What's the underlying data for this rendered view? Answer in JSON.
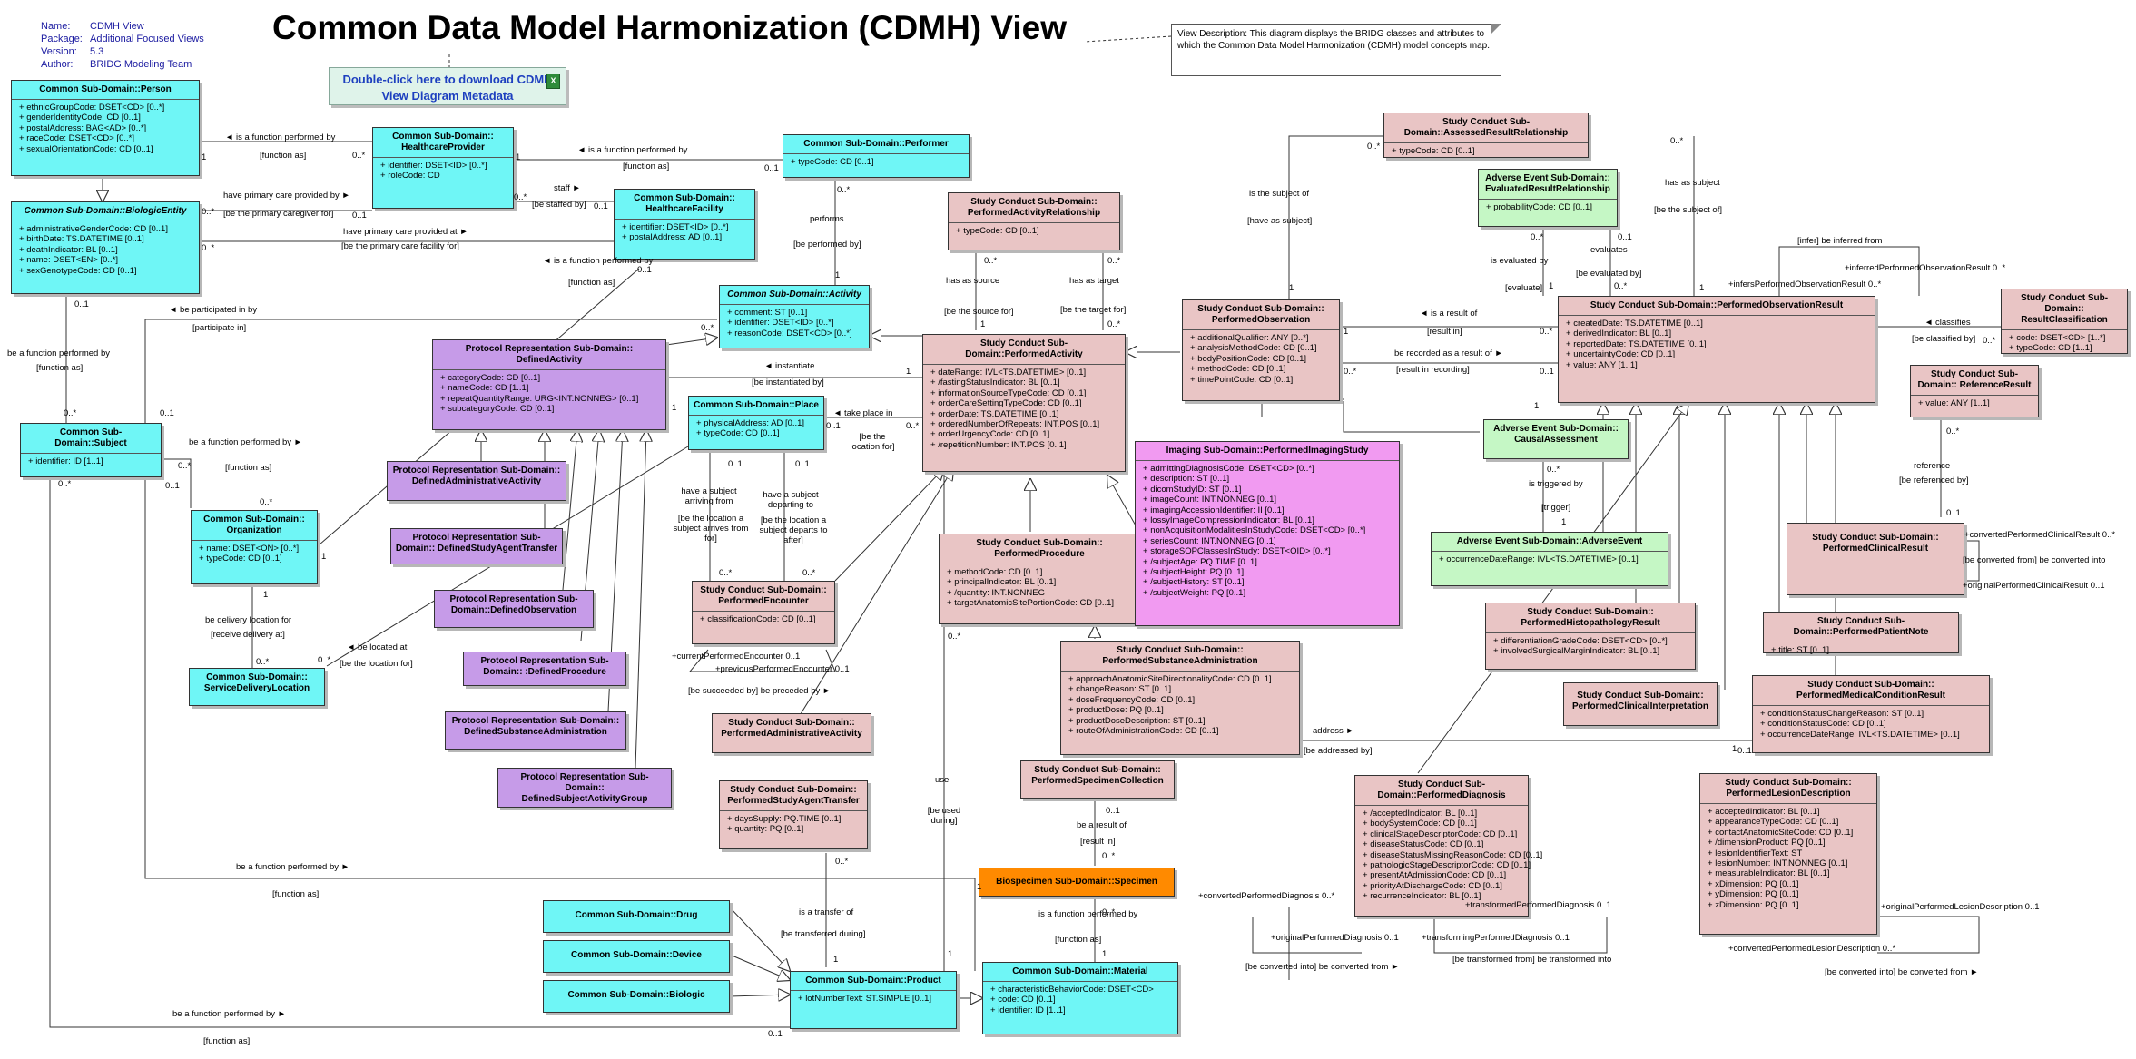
{
  "meta": [
    {
      "k": "Name:",
      "v": "CDMH View"
    },
    {
      "k": "Package:",
      "v": "Additional Focused Views"
    },
    {
      "k": "Version:",
      "v": "5.3"
    },
    {
      "k": "Author:",
      "v": "BRIDG Modeling Team"
    }
  ],
  "title": "Common Data Model Harmonization (CDMH) View",
  "download_label": "Double-click here to download CDMH View Diagram Metadata",
  "view_description": "View Description:  This diagram displays the BRIDG classes and attributes to which the Common Data Model Harmonization (CDMH) model concepts map.",
  "classes": {
    "person": {
      "name": "Common Sub-Domain::Person",
      "attrs": [
        "ethnicGroupCode: DSET<CD> [0..*]",
        "genderIdentityCode: CD [0..1]",
        "postalAddress: BAG<AD> [0..*]",
        "raceCode: DSET<CD> [0..*]",
        "sexualOrientationCode: CD [0..1]"
      ]
    },
    "biologic_entity": {
      "name": "Common Sub-Domain::BiologicEntity",
      "attrs": [
        "administrativeGenderCode: CD [0..1]",
        "birthDate: TS.DATETIME [0..1]",
        "deathIndicator: BL [0..1]",
        "name: DSET<EN> [0..*]",
        "sexGenotypeCode: CD [0..1]"
      ]
    },
    "subject": {
      "name": "Common Sub-Domain::Subject",
      "attrs": [
        "identifier: ID [1..1]"
      ]
    },
    "healthcare_provider": {
      "name": "Common Sub-Domain:: HealthcareProvider",
      "attrs": [
        "identifier: DSET<ID> [0..*]",
        "roleCode: CD"
      ]
    },
    "healthcare_facility": {
      "name": "Common Sub-Domain:: HealthcareFacility",
      "attrs": [
        "identifier: DSET<ID> [0..*]",
        "postalAddress: AD [0..1]"
      ]
    },
    "performer": {
      "name": "Common Sub-Domain::Performer",
      "attrs": [
        "typeCode: CD [0..1]"
      ]
    },
    "activity": {
      "name": "Common Sub-Domain::Activity",
      "attrs": [
        "comment: ST [0..1]",
        "identifier: DSET<ID> [0..*]",
        "reasonCode: DSET<CD> [0..*]"
      ]
    },
    "place": {
      "name": "Common Sub-Domain::Place",
      "attrs": [
        "physicalAddress: AD [0..1]",
        "typeCode: CD [0..1]"
      ]
    },
    "organization": {
      "name": "Common Sub-Domain:: Organization",
      "attrs": [
        "name: DSET<ON> [0..*]",
        "typeCode: CD [0..1]"
      ]
    },
    "service_delivery_location": {
      "name": "Common Sub-Domain:: ServiceDeliveryLocation",
      "attrs": []
    },
    "defined_activity": {
      "name": "Protocol Representation Sub-Domain:: DefinedActivity",
      "attrs": [
        "categoryCode: CD [0..1]",
        "nameCode: CD [1..1]",
        "repeatQuantityRange: URG<INT.NONNEG> [0..1]",
        "subcategoryCode: CD [0..1]"
      ]
    },
    "defined_admin_activity": {
      "name": "Protocol Representation Sub-Domain:: DefinedAdministrativeActivity",
      "attrs": []
    },
    "defined_study_agent_transfer": {
      "name": "Protocol Representation Sub-Domain:: DefinedStudyAgentTransfer",
      "attrs": []
    },
    "defined_observation": {
      "name": "Protocol Representation Sub-Domain::DefinedObservation",
      "attrs": []
    },
    "defined_procedure": {
      "name": "Protocol Representation Sub-Domain:: :DefinedProcedure",
      "attrs": []
    },
    "defined_substance_admin": {
      "name": "Protocol Representation Sub-Domain:: DefinedSubstanceAdministration",
      "attrs": []
    },
    "defined_subject_activity_group": {
      "name": "Protocol Representation Sub-Domain:: DefinedSubjectActivityGroup",
      "attrs": []
    },
    "performed_activity_relationship": {
      "name": "Study Conduct Sub-Domain:: PerformedActivityRelationship",
      "attrs": [
        "typeCode: CD [0..1]"
      ]
    },
    "performed_activity": {
      "name": "Study Conduct Sub-Domain::PerformedActivity",
      "attrs": [
        "dateRange: IVL<TS.DATETIME> [0..1]",
        "/fastingStatusIndicator: BL [0..1]",
        "informationSourceTypeCode: CD [0..1]",
        "orderCareSettingTypeCode: CD [0..1]",
        "orderDate: TS.DATETIME [0..1]",
        "orderedNumberOfRepeats: INT.POS [0..1]",
        "orderUrgencyCode: CD [0..1]",
        "/repetitionNumber: INT.POS [0..1]"
      ]
    },
    "performed_encounter": {
      "name": "Study Conduct Sub-Domain:: PerformedEncounter",
      "attrs": [
        "classificationCode: CD [0..1]"
      ]
    },
    "performed_admin_activity": {
      "name": "Study Conduct Sub-Domain:: PerformedAdministrativeActivity",
      "attrs": []
    },
    "performed_study_agent_transfer": {
      "name": "Study Conduct Sub-Domain:: PerformedStudyAgentTransfer",
      "attrs": [
        "daysSupply: PQ.TIME [0..1]",
        "quantity: PQ [0..1]"
      ]
    },
    "performed_procedure": {
      "name": "Study Conduct Sub-Domain:: PerformedProcedure",
      "attrs": [
        "methodCode: CD [0..1]",
        "principalIndicator: BL [0..1]",
        "/quantity: INT.NONNEG",
        "targetAnatomicSitePortionCode: CD [0..1]"
      ]
    },
    "performed_substance_admin": {
      "name": "Study Conduct Sub-Domain:: PerformedSubstanceAdministration",
      "attrs": [
        "approachAnatomicSiteDirectionalityCode: CD [0..1]",
        "changeReason: ST [0..1]",
        "doseFrequencyCode: CD [0..1]",
        "productDose: PQ [0..1]",
        "productDoseDescription: ST [0..1]",
        "routeOfAdministrationCode: CD [0..1]"
      ]
    },
    "performed_specimen_collection": {
      "name": "Study Conduct Sub-Domain:: PerformedSpecimenCollection",
      "attrs": []
    },
    "specimen": {
      "name": "Biospecimen Sub-Domain::Specimen",
      "attrs": []
    },
    "product": {
      "name": "Common Sub-Domain::Product",
      "attrs": [
        "lotNumberText: ST.SIMPLE [0..1]"
      ]
    },
    "material": {
      "name": "Common Sub-Domain::Material",
      "attrs": [
        "characteristicBehaviorCode: DSET<CD>",
        "code: CD [0..1]",
        "identifier: ID [1..1]"
      ]
    },
    "drug": {
      "name": "Common Sub-Domain::Drug",
      "attrs": []
    },
    "device": {
      "name": "Common Sub-Domain::Device",
      "attrs": []
    },
    "biologic": {
      "name": "Common Sub-Domain::Biologic",
      "attrs": []
    },
    "imaging_study": {
      "name": "Imaging Sub-Domain::PerformedImagingStudy",
      "attrs": [
        "admittingDiagnosisCode: DSET<CD> [0..*]",
        "description: ST [0..1]",
        "dicomStudyID: ST [0..1]",
        "imageCount: INT.NONNEG [0..1]",
        "imagingAccessionIdentifier: II [0..1]",
        "lossyImageCompressionIndicator: BL [0..1]",
        "nonAcquisitionModalitiesInStudyCode: DSET<CD> [0..*]",
        "seriesCount: INT.NONNEG [0..1]",
        "storageSOPClassesInStudy: DSET<OID> [0..*]",
        "/subjectAge: PQ.TIME [0..1]",
        "/subjectHeight: PQ [0..1]",
        "/subjectHistory: ST [0..1]",
        "/subjectWeight: PQ [0..1]"
      ]
    },
    "performed_observation": {
      "name": "Study Conduct Sub-Domain:: PerformedObservation",
      "attrs": [
        "additionalQualifier: ANY [0..*]",
        "analysisMethodCode: CD [0..1]",
        "bodyPositionCode: CD [0..1]",
        "methodCode: CD [0..1]",
        "timePointCode: CD [0..1]"
      ]
    },
    "assessed_result_relationship": {
      "name": "Study Conduct Sub-Domain::AssessedResultRelationship",
      "attrs": [
        "typeCode: CD [0..1]"
      ]
    },
    "evaluated_result_relationship": {
      "name": "Adverse Event Sub-Domain:: EvaluatedResultRelationship",
      "attrs": [
        "probabilityCode: CD [0..1]"
      ]
    },
    "performed_observation_result": {
      "name": "Study Conduct Sub-Domain::PerformedObservationResult",
      "attrs": [
        "createdDate: TS.DATETIME [0..1]",
        "derivedIndicator: BL [0..1]",
        "reportedDate: TS.DATETIME [0..1]",
        "uncertaintyCode: CD [0..1]",
        "value: ANY [1..1]"
      ]
    },
    "result_classification": {
      "name": "Study Conduct Sub-Domain:: ResultClassification",
      "attrs": [
        "code: DSET<CD> [1..*]",
        "typeCode: CD [1..1]"
      ]
    },
    "reference_result": {
      "name": "Study Conduct Sub-Domain:: ReferenceResult",
      "attrs": [
        "value: ANY [1..1]"
      ]
    },
    "causal_assessment": {
      "name": "Adverse Event Sub-Domain:: CausalAssessment",
      "attrs": []
    },
    "adverse_event": {
      "name": "Adverse Event Sub-Domain::AdverseEvent",
      "attrs": [
        "occurrenceDateRange: IVL<TS.DATETIME> [0..1]"
      ]
    },
    "performed_clinical_result": {
      "name": "Study Conduct Sub-Domain:: PerformedClinicalResult",
      "attrs": []
    },
    "performed_histopathology_result": {
      "name": "Study Conduct Sub-Domain:: PerformedHistopathologyResult",
      "attrs": [
        "differentiationGradeCode: DSET<CD> [0..*]",
        "involvedSurgicalMarginIndicator: BL [0..1]"
      ]
    },
    "performed_patient_note": {
      "name": "Study Conduct Sub-Domain::PerformedPatientNote",
      "attrs": [
        "title: ST [0..1]"
      ]
    },
    "performed_clinical_interpretation": {
      "name": "Study Conduct Sub-Domain:: PerformedClinicalInterpretation",
      "attrs": []
    },
    "performed_medical_condition_result": {
      "name": "Study Conduct Sub-Domain:: PerformedMedicalConditionResult",
      "attrs": [
        "conditionStatusChangeReason: ST [0..1]",
        "conditionStatusCode: CD [0..1]",
        "occurrenceDateRange: IVL<TS.DATETIME> [0..1]"
      ]
    },
    "performed_diagnosis": {
      "name": "Study Conduct Sub-Domain::PerformedDiagnosis",
      "attrs": [
        "/acceptedIndicator: BL [0..1]",
        "bodySystemCode: CD [0..1]",
        "clinicalStageDescriptorCode: CD [0..1]",
        "diseaseStatusCode: CD [0..1]",
        "diseaseStatusMissingReasonCode: CD [0..1]",
        "pathologicStageDescriptorCode: CD [0..1]",
        "presentAtAdmissionCode: CD [0..1]",
        "priorityAtDischargeCode: CD [0..1]",
        "recurrenceIndicator: BL [0..1]"
      ]
    },
    "performed_lesion_description": {
      "name": "Study Conduct Sub-Domain:: PerformedLesionDescription",
      "attrs": [
        "acceptedIndicator: BL [0..1]",
        "appearanceTypeCode: CD [0..1]",
        "contactAnatomicSiteCode: CD [0..1]",
        "/dimensionProduct: PQ [0..1]",
        "lesionIdentifierText: ST",
        "lesionNumber: INT.NONNEG [0..1]",
        "measurableIndicator: BL [0..1]",
        "xDimension: PQ [0..1]",
        "yDimension: PQ [0..1]",
        "zDimension: PQ [0..1]"
      ]
    }
  },
  "labels": {
    "is_function_performed_by_1": "◄ is a function performed by",
    "function_as_1": "[function as]",
    "have_primary_care_provided_by": "have primary care provided by ►",
    "primary_caregiver_for": "[be the primary caregiver for]",
    "have_primary_care_provided_at": "have primary care provided at ►",
    "primary_care_facility_for": "[be the primary care facility for]",
    "staff": "staff ►",
    "staffed_by": "[be staffed by]",
    "is_function_performed_by_2": "◄ is a function performed by",
    "function_as_2": "[function as]",
    "is_function_performed_by_3": "◄ is a function performed by",
    "function_as_3": "[function as]",
    "performs": "performs",
    "be_performed_by": "[be performed by]",
    "be_participated_in_by": "◄ be participated in by",
    "participate_in": "[participate in]",
    "be_function_performed_by_4": "be a function performed by",
    "function_as_4": "[function as]",
    "be_function_performed_by_5": "be a function performed by ►",
    "function_as_5": "[function as]",
    "be_delivery_location_for": "be delivery location for",
    "receive_delivery_at": "[receive delivery at]",
    "be_located_at": "◄ be located at",
    "be_location_for": "[be the location for]",
    "instantiate": "◄ instantiate",
    "be_instantiated_by": "[be instantiated by]",
    "take_place_in": "◄ take place in",
    "be_the_location_for": "[be the location for]",
    "have_subject_arriving_from": "have a subject arriving from",
    "be_location_subject_arrives_from": "[be the location a subject arrives from for]",
    "have_subject_departing_to": "have a subject departing to",
    "be_location_subject_departs_to": "[be the location a subject departs to after]",
    "has_as_source": "has as source",
    "be_source_for": "[be the source for]",
    "has_as_target": "has as target",
    "be_target_for": "[be the target for]",
    "current_performed_encounter": "+currentPerformedEncounter 0..1",
    "previous_performed_encounter": "+previousPerformedEncounter 0..1",
    "be_succeeded_by": "[be succeeded by] be preceded by ►",
    "use": "use",
    "be_used_during": "[be used during]",
    "is_a_transfer_of": "is a transfer of",
    "be_transferred_during": "[be transferred during]",
    "be_a_result_of": "be a result of",
    "result_in_1": "[result in]",
    "is_function_performed_by_6": "is a function performed by",
    "function_as_6": "[function as]",
    "be_function_performed_by_7": "be a function performed by ►",
    "function_as_7": "[function as]",
    "be_function_performed_by_8": "be a function performed by ►",
    "function_as_8": "[function as]",
    "is_the_subject_of": "is the subject of",
    "have_as_subject": "[have as subject]",
    "has_as_subject": "has as subject",
    "be_subject_of": "[be the subject of]",
    "is_a_result_of": "◄ is a result of",
    "result_in_2": "[result in]",
    "be_recorded_as_result_of": "be recorded as a result of ►",
    "result_in_recording": "[result in recording]",
    "is_evaluated_by": "is evaluated by",
    "evaluate": "[evaluate]",
    "evaluates": "evaluates",
    "be_evaluated_by": "[be evaluated by]",
    "is_triggered_by": "is triggered by",
    "trigger": "[trigger]",
    "infer_be_inferred_from": "[infer] be inferred from",
    "inferred_performed_observation_result": "+inferredPerformedObservationResult 0..*",
    "infers_performed_observation_result": "+infersPerformedObservationResult 0..*",
    "classifies": "◄ classifies",
    "be_classified_by": "[be classified by]",
    "reference": "reference",
    "be_referenced_by": "[be referenced by]",
    "converted_performed_clinical_result": "+convertedPerformedClinicalResult 0..*",
    "be_converted_from_into": "[be converted from] be converted into",
    "original_performed_clinical_result": "+originalPerformedClinicalResult 0..1",
    "address": "address ►",
    "be_addressed_by": "[be addressed by]",
    "converted_performed_diagnosis": "+convertedPerformedDiagnosis 0..*",
    "transformed_performed_diagnosis": "+transformedPerformedDiagnosis 0..1",
    "original_performed_diagnosis": "+originalPerformedDiagnosis 0..1",
    "transforming_performed_diagnosis": "+transformingPerformedDiagnosis 0..1",
    "be_converted_into_from": "[be converted into] be converted from ►",
    "be_transformed_from_into": "[be transformed from] be transformed into",
    "original_performed_lesion_description": "+originalPerformedLesionDescription 0..1",
    "converted_performed_lesion_description": "+convertedPerformedLesionDescription 0..*",
    "be_converted_into_from_2": "[be converted into] be converted from ►"
  },
  "mult": {
    "m1": "0..*",
    "m2": "1",
    "m3": "0..*",
    "m4": "0..1",
    "m5": "0..*",
    "m6": "0..1",
    "m7": "0..*",
    "m8": "1",
    "m9": "0..1",
    "m10": "0..*",
    "m11": "0..1",
    "m12": "0..1",
    "m13": "0..*",
    "m14": "0..1",
    "m15": "0..*",
    "m16": "1",
    "m17": "0..1",
    "m18": "0..*",
    "m19": "1",
    "m20": "0..*",
    "m21": "1",
    "m22": "0..*",
    "m23": "0..*",
    "m24": "1",
    "m25": "1",
    "m26": "0..*",
    "m27": "0..1",
    "m28": "0..1",
    "m29": "0..1",
    "m30": "0..*",
    "m31": "0..*",
    "m32": "0..*",
    "m33": "0..*",
    "m34": "1",
    "m35": "0..*",
    "m36": "0..1",
    "m37": "0..*",
    "m38": "0..*",
    "m39": "1",
    "m40": "0..*",
    "m41": "1",
    "m42": "0..*",
    "m43": "1",
    "m44": "0..*",
    "m45": "1",
    "m46": "0..*",
    "m47": "1",
    "m48": "0..*",
    "m49": "1",
    "m50": "0..1",
    "m51": "0..*",
    "m52": "1",
    "m53": "0..*",
    "m54": "0..*",
    "m55": "0..1",
    "m56": "1",
    "m57": "0..*",
    "m58": "1",
    "m59": "0..*",
    "m60": "0..*",
    "m61": "0..1",
    "m62": "1",
    "m63": "0..1",
    "m64": "0..*",
    "m65": "1",
    "m66": "0..1"
  }
}
